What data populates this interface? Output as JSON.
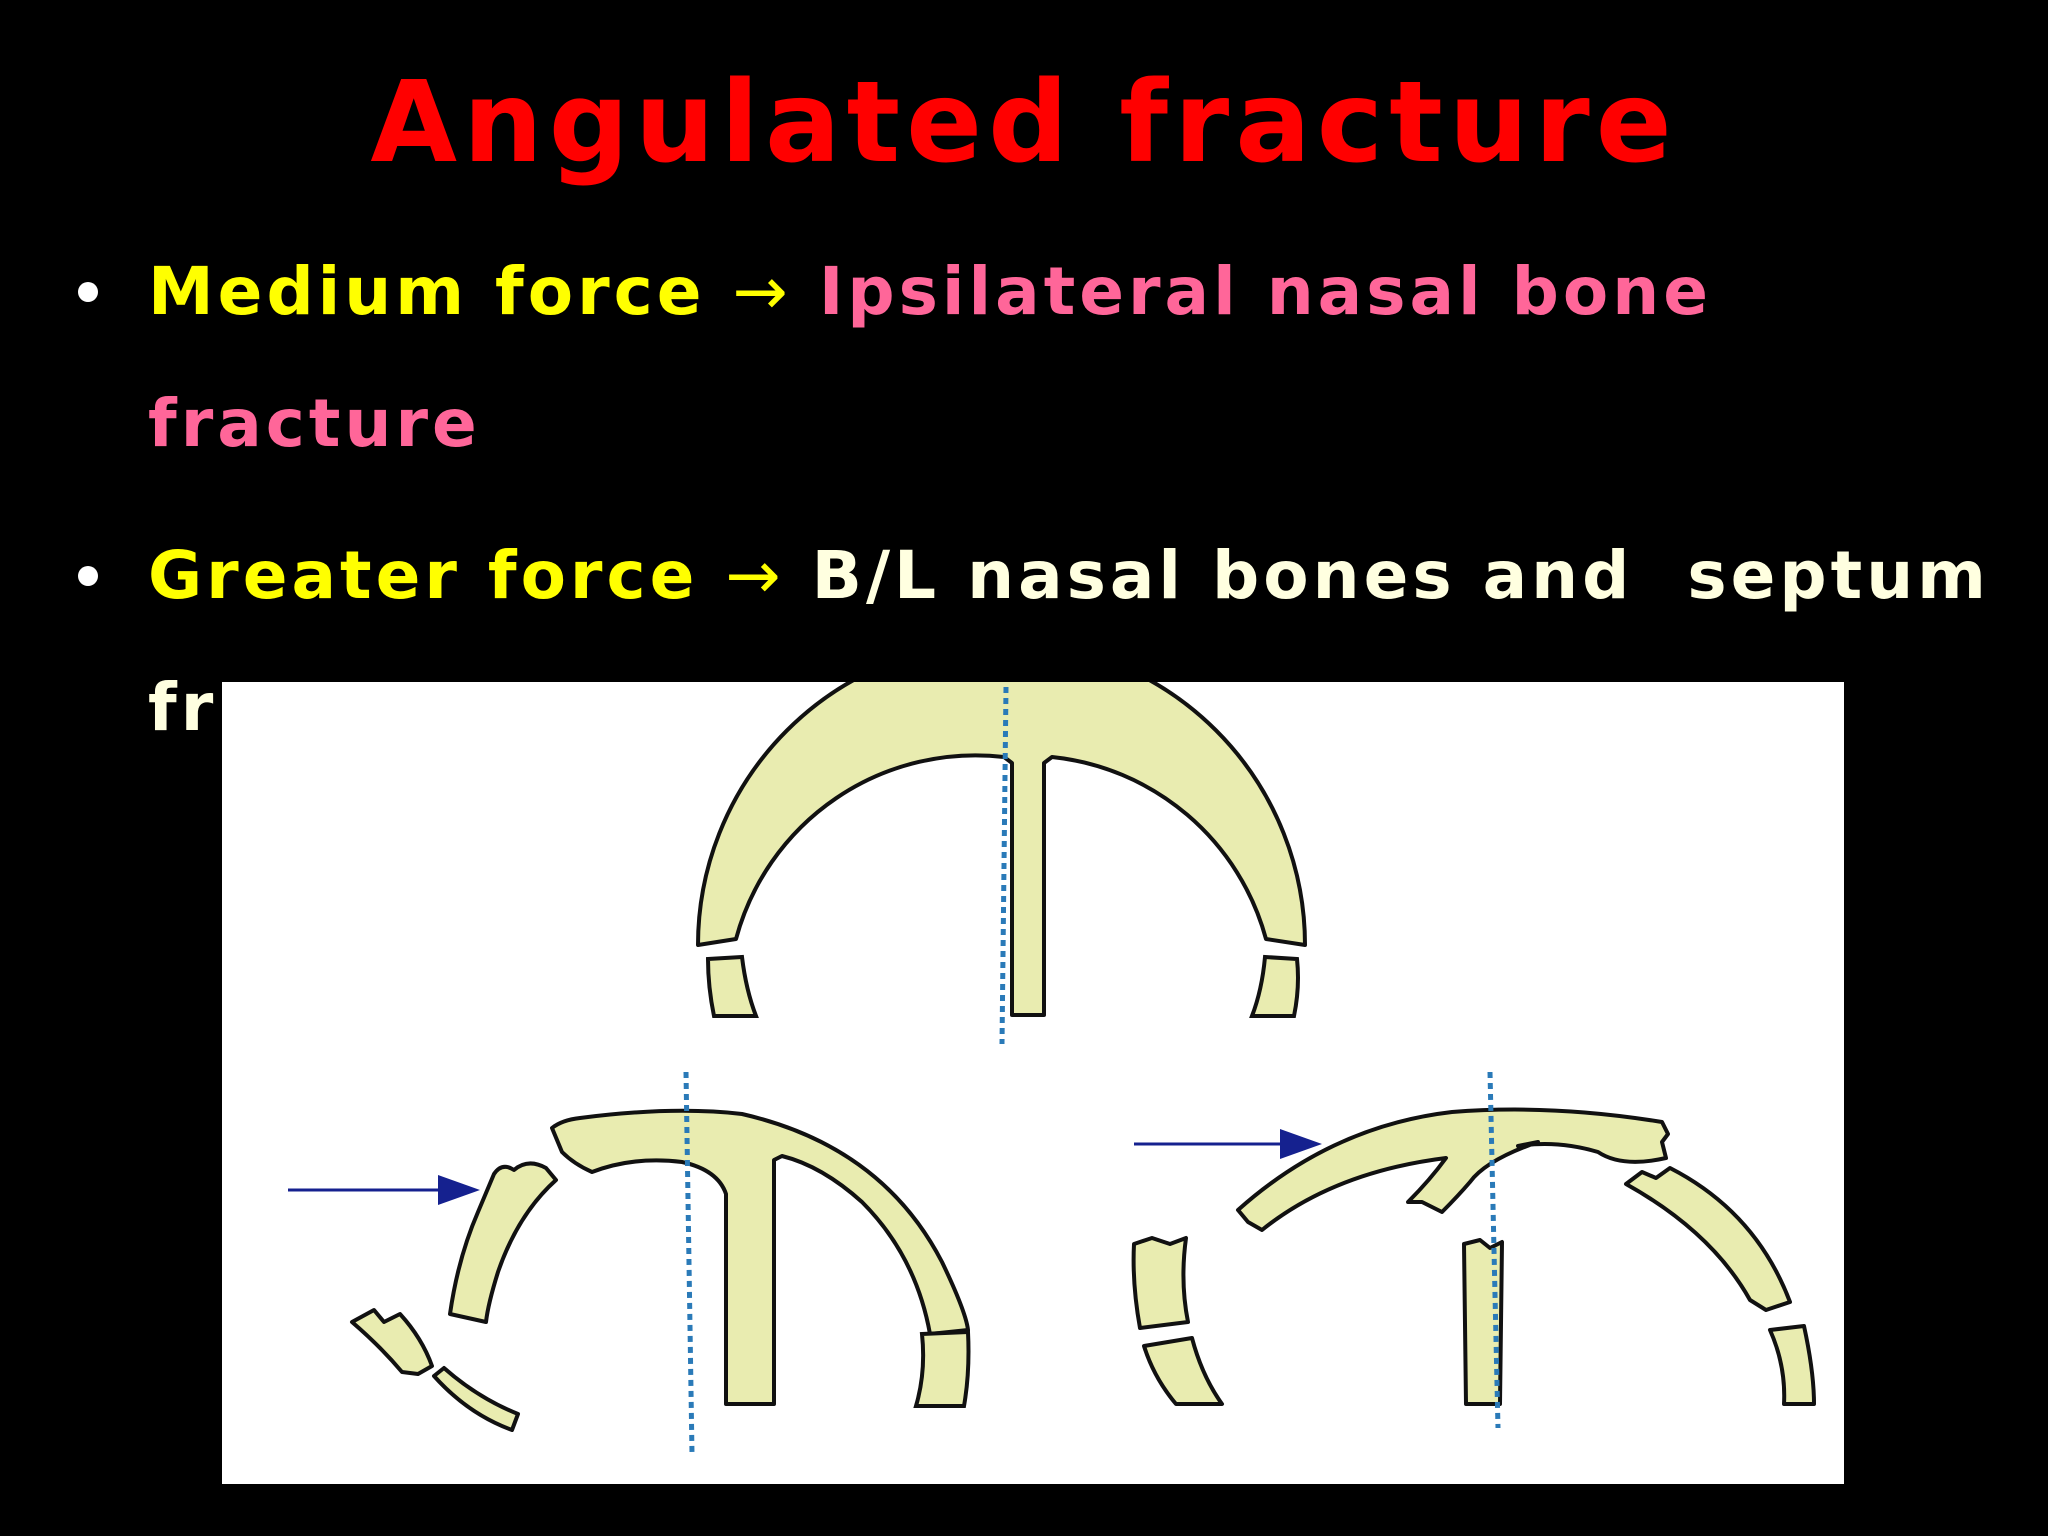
{
  "slide": {
    "title": "Angulated fracture",
    "bullets": [
      {
        "force": "Medium force",
        "arrow": "→",
        "result_line1": "Ipsilateral nasal bone",
        "result_line2": "fracture"
      },
      {
        "force": "Greater force",
        "arrow": "→",
        "result_line1": "B/L nasal bones and  septum",
        "result_line2": "fr"
      }
    ]
  },
  "colors": {
    "background": "#000000",
    "title": "#ff0000",
    "force_label": "#ffff00",
    "medium_result": "#ff6699",
    "greater_result": "#ffffe0",
    "bone_fill": "#e9ecb0",
    "bone_outline": "#111111",
    "midline": "#2a7ab8",
    "force_arrow": "#15218f"
  },
  "figure": {
    "panels": [
      "normal",
      "unilateral fracture",
      "bilateral fracture with septum"
    ],
    "midline_style": "dashed",
    "arrows": 2
  }
}
